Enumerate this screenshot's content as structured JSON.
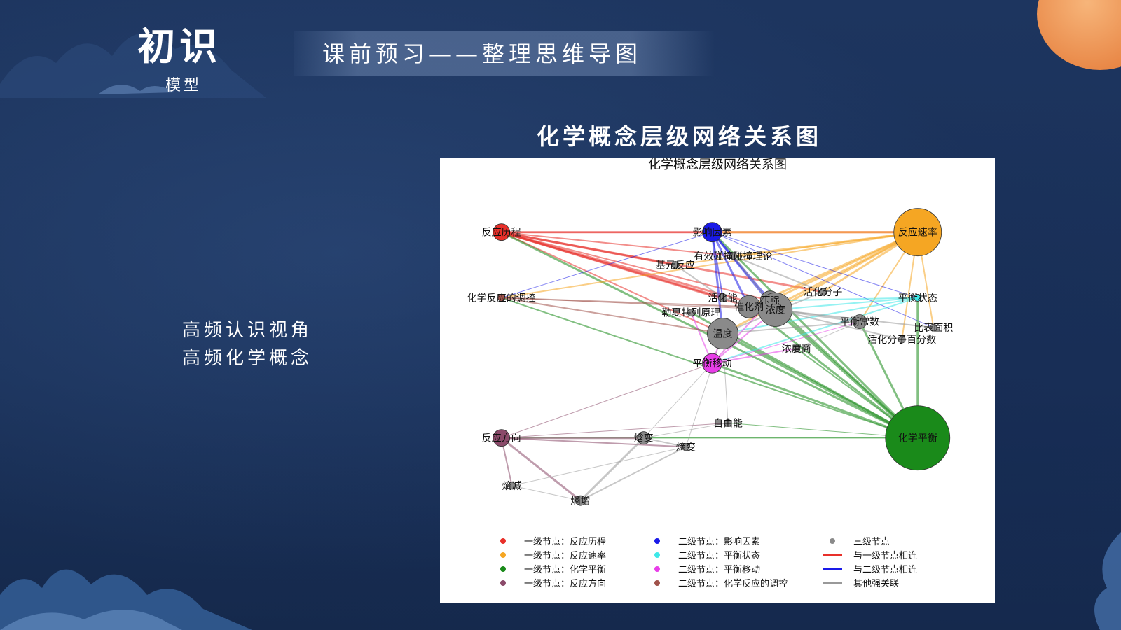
{
  "header": {
    "title": "初识",
    "subtitle": "模型",
    "banner": "课前预习——整理思维导图"
  },
  "section_title": "化学概念层级网络关系图",
  "left_text": {
    "line1": "高频认识视角",
    "line2": "高频化学概念"
  },
  "colors": {
    "level1_process": "#e8302a",
    "level1_rate": "#f5a623",
    "level1_equilibrium": "#1a8a1a",
    "level1_direction": "#8b4a6a",
    "level2_factors": "#1a1ae8",
    "level2_state": "#3ee8e8",
    "level2_shift": "#e83ee8",
    "level2_regulation": "#a0524a",
    "level3": "#8a8a8a",
    "edge_level1": "#e8302a",
    "edge_level2": "#1a1ae8",
    "edge_other": "#999999"
  },
  "chart_data": {
    "type": "network",
    "title": "化学概念层级网络关系图",
    "nodes": [
      {
        "id": "reaction_process",
        "label": "反应历程",
        "level": 1,
        "group": "level1_process",
        "x": 0.09,
        "y": 0.82,
        "size": 12
      },
      {
        "id": "factors",
        "label": "影响因素",
        "level": 2,
        "group": "level2_factors",
        "x": 0.49,
        "y": 0.82,
        "size": 14
      },
      {
        "id": "reaction_rate",
        "label": "反应速率",
        "level": 1,
        "group": "level1_rate",
        "x": 0.88,
        "y": 0.82,
        "size": 34
      },
      {
        "id": "effective_collision",
        "label": "有效碰撞碰撞理论",
        "level": 3,
        "group": "level3",
        "x": 0.53,
        "y": 0.74,
        "size": 5
      },
      {
        "id": "elementary_reaction",
        "label": "基元反应",
        "level": 3,
        "group": "level3",
        "x": 0.42,
        "y": 0.71,
        "size": 5
      },
      {
        "id": "regulation",
        "label": "化学反应的调控",
        "level": 2,
        "group": "level2_regulation",
        "x": 0.09,
        "y": 0.6,
        "size": 5
      },
      {
        "id": "activated_molecule",
        "label": "活化分子",
        "level": 3,
        "group": "level3",
        "x": 0.7,
        "y": 0.62,
        "size": 5
      },
      {
        "id": "activation_energy",
        "label": "活化能",
        "level": 3,
        "group": "level3",
        "x": 0.51,
        "y": 0.6,
        "size": 6
      },
      {
        "id": "catalyst",
        "label": "催化剂",
        "level": 3,
        "group": "level3",
        "x": 0.56,
        "y": 0.57,
        "size": 16
      },
      {
        "id": "pressure",
        "label": "压强",
        "level": 3,
        "group": "level3",
        "x": 0.6,
        "y": 0.59,
        "size": 14
      },
      {
        "id": "concentration",
        "label": "浓度",
        "level": 3,
        "group": "level3",
        "x": 0.61,
        "y": 0.56,
        "size": 24
      },
      {
        "id": "eq_state",
        "label": "平衡状态",
        "level": 2,
        "group": "level2_state",
        "x": 0.88,
        "y": 0.6,
        "size": 5
      },
      {
        "id": "le_chatelier",
        "label": "勒夏特列原理",
        "level": 3,
        "group": "level3",
        "x": 0.45,
        "y": 0.55,
        "size": 5
      },
      {
        "id": "eq_constant",
        "label": "平衡常数",
        "level": 3,
        "group": "level3",
        "x": 0.77,
        "y": 0.52,
        "size": 10
      },
      {
        "id": "surface_area",
        "label": "比表面积",
        "level": 3,
        "group": "level3",
        "x": 0.91,
        "y": 0.5,
        "size": 5
      },
      {
        "id": "temperature",
        "label": "温度",
        "level": 3,
        "group": "level3",
        "x": 0.51,
        "y": 0.48,
        "size": 22
      },
      {
        "id": "activated_fraction",
        "label": "活化分子百分数",
        "level": 3,
        "group": "level3",
        "x": 0.85,
        "y": 0.46,
        "size": 5
      },
      {
        "id": "conc_quotient",
        "label": "浓度商",
        "level": 3,
        "group": "level3",
        "x": 0.65,
        "y": 0.43,
        "size": 5
      },
      {
        "id": "eq_shift",
        "label": "平衡移动",
        "level": 2,
        "group": "level2_shift",
        "x": 0.49,
        "y": 0.38,
        "size": 14
      },
      {
        "id": "free_energy",
        "label": "自由能",
        "level": 3,
        "group": "level3",
        "x": 0.52,
        "y": 0.18,
        "size": 5
      },
      {
        "id": "reaction_direction",
        "label": "反应方向",
        "level": 1,
        "group": "level1_direction",
        "x": 0.09,
        "y": 0.13,
        "size": 12
      },
      {
        "id": "enthalpy",
        "label": "焓变",
        "level": 3,
        "group": "level3",
        "x": 0.36,
        "y": 0.13,
        "size": 9
      },
      {
        "id": "entropy",
        "label": "熵变",
        "level": 3,
        "group": "level3",
        "x": 0.44,
        "y": 0.1,
        "size": 5
      },
      {
        "id": "chem_equilibrium",
        "label": "化学平衡",
        "level": 1,
        "group": "level1_equilibrium",
        "x": 0.88,
        "y": 0.13,
        "size": 46
      },
      {
        "id": "entropy_decrease",
        "label": "熵减",
        "level": 3,
        "group": "level3",
        "x": 0.11,
        "y": -0.03,
        "size": 5
      },
      {
        "id": "entropy_increase",
        "label": "熵增",
        "level": 3,
        "group": "level3",
        "x": 0.24,
        "y": -0.08,
        "size": 7
      }
    ],
    "edges": [
      {
        "s": "reaction_process",
        "t": "reaction_rate",
        "k": "edge_level1",
        "w": 3
      },
      {
        "s": "reaction_process",
        "t": "factors",
        "k": "edge_level1",
        "w": 2
      },
      {
        "s": "reaction_process",
        "t": "effective_collision",
        "k": "edge_level1",
        "w": 2
      },
      {
        "s": "reaction_process",
        "t": "elementary_reaction",
        "k": "edge_level1",
        "w": 3
      },
      {
        "s": "reaction_process",
        "t": "activated_molecule",
        "k": "edge_level1",
        "w": 3
      },
      {
        "s": "reaction_process",
        "t": "activation_energy",
        "k": "edge_level1",
        "w": 3
      },
      {
        "s": "reaction_process",
        "t": "catalyst",
        "k": "edge_level1",
        "w": 3
      },
      {
        "s": "reaction_process",
        "t": "concentration",
        "k": "edge_level1",
        "w": 3
      },
      {
        "s": "reaction_process",
        "t": "pressure",
        "k": "edge_level1",
        "w": 2
      },
      {
        "s": "reaction_process",
        "t": "temperature",
        "k": "edge_level1",
        "w": 2
      },
      {
        "s": "reaction_process",
        "t": "chem_equilibrium",
        "k": "level1_equilibrium",
        "w": 3
      },
      {
        "s": "reaction_rate",
        "t": "effective_collision",
        "k": "level1_rate",
        "w": 3
      },
      {
        "s": "reaction_rate",
        "t": "elementary_reaction",
        "k": "level1_rate",
        "w": 2
      },
      {
        "s": "reaction_rate",
        "t": "activated_molecule",
        "k": "level1_rate",
        "w": 3
      },
      {
        "s": "reaction_rate",
        "t": "catalyst",
        "k": "level1_rate",
        "w": 3
      },
      {
        "s": "reaction_rate",
        "t": "concentration",
        "k": "level1_rate",
        "w": 3
      },
      {
        "s": "reaction_rate",
        "t": "temperature",
        "k": "level1_rate",
        "w": 3
      },
      {
        "s": "reaction_rate",
        "t": "pressure",
        "k": "level1_rate",
        "w": 3
      },
      {
        "s": "reaction_rate",
        "t": "surface_area",
        "k": "level1_rate",
        "w": 2
      },
      {
        "s": "reaction_rate",
        "t": "activated_fraction",
        "k": "level1_rate",
        "w": 2
      },
      {
        "s": "reaction_rate",
        "t": "eq_constant",
        "k": "level1_rate",
        "w": 2
      },
      {
        "s": "reaction_rate",
        "t": "regulation",
        "k": "level1_rate",
        "w": 2
      },
      {
        "s": "reaction_rate",
        "t": "factors",
        "k": "level1_rate",
        "w": 3
      },
      {
        "s": "chem_equilibrium",
        "t": "eq_state",
        "k": "level1_equilibrium",
        "w": 3
      },
      {
        "s": "chem_equilibrium",
        "t": "eq_constant",
        "k": "level1_equilibrium",
        "w": 3
      },
      {
        "s": "chem_equilibrium",
        "t": "concentration",
        "k": "level1_equilibrium",
        "w": 4
      },
      {
        "s": "chem_equilibrium",
        "t": "temperature",
        "k": "level1_equilibrium",
        "w": 4
      },
      {
        "s": "chem_equilibrium",
        "t": "pressure",
        "k": "level1_equilibrium",
        "w": 3
      },
      {
        "s": "chem_equilibrium",
        "t": "catalyst",
        "k": "level1_equilibrium",
        "w": 3
      },
      {
        "s": "chem_equilibrium",
        "t": "eq_shift",
        "k": "level1_equilibrium",
        "w": 3
      },
      {
        "s": "chem_equilibrium",
        "t": "le_chatelier",
        "k": "level1_equilibrium",
        "w": 3
      },
      {
        "s": "chem_equilibrium",
        "t": "factors",
        "k": "level1_equilibrium",
        "w": 3
      },
      {
        "s": "chem_equilibrium",
        "t": "regulation",
        "k": "level1_equilibrium",
        "w": 2
      },
      {
        "s": "chem_equilibrium",
        "t": "conc_quotient",
        "k": "level1_equilibrium",
        "w": 2
      },
      {
        "s": "chem_equilibrium",
        "t": "reaction_direction",
        "k": "level1_equilibrium",
        "w": 1
      },
      {
        "s": "chem_equilibrium",
        "t": "free_energy",
        "k": "level1_equilibrium",
        "w": 1
      },
      {
        "s": "chem_equilibrium",
        "t": "enthalpy",
        "k": "level1_equilibrium",
        "w": 1
      },
      {
        "s": "factors",
        "t": "concentration",
        "k": "edge_level2",
        "w": 3
      },
      {
        "s": "factors",
        "t": "temperature",
        "k": "edge_level2",
        "w": 3
      },
      {
        "s": "factors",
        "t": "catalyst",
        "k": "edge_level2",
        "w": 3
      },
      {
        "s": "factors",
        "t": "pressure",
        "k": "edge_level2",
        "w": 3
      },
      {
        "s": "factors",
        "t": "activation_energy",
        "k": "edge_level2",
        "w": 2
      },
      {
        "s": "factors",
        "t": "regulation",
        "k": "edge_level2",
        "w": 1
      },
      {
        "s": "factors",
        "t": "eq_state",
        "k": "edge_level2",
        "w": 1
      },
      {
        "s": "factors",
        "t": "surface_area",
        "k": "edge_level2",
        "w": 1
      },
      {
        "s": "eq_state",
        "t": "concentration",
        "k": "level2_state",
        "w": 2
      },
      {
        "s": "eq_state",
        "t": "temperature",
        "k": "level2_state",
        "w": 2
      },
      {
        "s": "eq_state",
        "t": "pressure",
        "k": "level2_state",
        "w": 2
      },
      {
        "s": "eq_state",
        "t": "eq_shift",
        "k": "level2_state",
        "w": 2
      },
      {
        "s": "eq_shift",
        "t": "concentration",
        "k": "level2_shift",
        "w": 2
      },
      {
        "s": "eq_shift",
        "t": "temperature",
        "k": "level2_shift",
        "w": 2
      },
      {
        "s": "eq_shift",
        "t": "pressure",
        "k": "level2_shift",
        "w": 2
      },
      {
        "s": "eq_shift",
        "t": "le_chatelier",
        "k": "level2_shift",
        "w": 2
      },
      {
        "s": "eq_shift",
        "t": "conc_quotient",
        "k": "level2_shift",
        "w": 2
      },
      {
        "s": "eq_shift",
        "t": "eq_constant",
        "k": "level2_shift",
        "w": 1
      },
      {
        "s": "regulation",
        "t": "temperature",
        "k": "level2_regulation",
        "w": 2
      },
      {
        "s": "regulation",
        "t": "catalyst",
        "k": "level2_regulation",
        "w": 2
      },
      {
        "s": "regulation",
        "t": "concentration",
        "k": "level2_regulation",
        "w": 1
      },
      {
        "s": "activation_energy",
        "t": "catalyst",
        "k": "edge_other",
        "w": 3
      },
      {
        "s": "activated_molecule",
        "t": "temperature",
        "k": "edge_other",
        "w": 2
      },
      {
        "s": "effective_collision",
        "t": "activated_molecule",
        "k": "edge_other",
        "w": 2
      },
      {
        "s": "effective_collision",
        "t": "concentration",
        "k": "edge_other",
        "w": 2
      },
      {
        "s": "elementary_reaction",
        "t": "activation_energy",
        "k": "edge_other",
        "w": 2
      },
      {
        "s": "concentration",
        "t": "eq_constant",
        "k": "edge_other",
        "w": 3
      },
      {
        "s": "concentration",
        "t": "surface_area",
        "k": "edge_other",
        "w": 2
      },
      {
        "s": "concentration",
        "t": "activated_fraction",
        "k": "edge_other",
        "w": 2
      },
      {
        "s": "temperature",
        "t": "eq_constant",
        "k": "edge_other",
        "w": 2
      },
      {
        "s": "conc_quotient",
        "t": "eq_constant",
        "k": "edge_other",
        "w": 1
      },
      {
        "s": "reaction_direction",
        "t": "enthalpy",
        "k": "level1_direction",
        "w": 3
      },
      {
        "s": "reaction_direction",
        "t": "entropy",
        "k": "level1_direction",
        "w": 2
      },
      {
        "s": "reaction_direction",
        "t": "entropy_increase",
        "k": "level1_direction",
        "w": 3
      },
      {
        "s": "reaction_direction",
        "t": "entropy_decrease",
        "k": "level1_direction",
        "w": 2
      },
      {
        "s": "reaction_direction",
        "t": "free_energy",
        "k": "level1_direction",
        "w": 1
      },
      {
        "s": "reaction_direction",
        "t": "eq_shift",
        "k": "level1_direction",
        "w": 1
      },
      {
        "s": "enthalpy",
        "t": "entropy_increase",
        "k": "edge_other",
        "w": 3
      },
      {
        "s": "enthalpy",
        "t": "entropy",
        "k": "edge_other",
        "w": 2
      },
      {
        "s": "enthalpy",
        "t": "free_energy",
        "k": "edge_other",
        "w": 1
      },
      {
        "s": "enthalpy",
        "t": "eq_shift",
        "k": "edge_other",
        "w": 1
      },
      {
        "s": "entropy",
        "t": "entropy_increase",
        "k": "edge_other",
        "w": 2
      },
      {
        "s": "entropy",
        "t": "temperature",
        "k": "edge_other",
        "w": 1
      },
      {
        "s": "free_energy",
        "t": "temperature",
        "k": "edge_other",
        "w": 1
      },
      {
        "s": "entropy_decrease",
        "t": "entropy_increase",
        "k": "edge_other",
        "w": 1
      },
      {
        "s": "entropy_decrease",
        "t": "entropy",
        "k": "edge_other",
        "w": 1
      }
    ],
    "legend": [
      {
        "label": "一级节点：反应历程",
        "color_key": "level1_process",
        "kind": "dot"
      },
      {
        "label": "一级节点：反应速率",
        "color_key": "level1_rate",
        "kind": "dot"
      },
      {
        "label": "一级节点：化学平衡",
        "color_key": "level1_equilibrium",
        "kind": "dot"
      },
      {
        "label": "一级节点：反应方向",
        "color_key": "level1_direction",
        "kind": "dot"
      },
      {
        "label": "二级节点：影响因素",
        "color_key": "level2_factors",
        "kind": "dot"
      },
      {
        "label": "二级节点：平衡状态",
        "color_key": "level2_state",
        "kind": "dot"
      },
      {
        "label": "二级节点：平衡移动",
        "color_key": "level2_shift",
        "kind": "dot"
      },
      {
        "label": "二级节点：化学反应的调控",
        "color_key": "level2_regulation",
        "kind": "dot"
      },
      {
        "label": "三级节点",
        "color_key": "level3",
        "kind": "dot"
      },
      {
        "label": "与一级节点相连",
        "color_key": "edge_level1",
        "kind": "line"
      },
      {
        "label": "与二级节点相连",
        "color_key": "edge_level2",
        "kind": "line"
      },
      {
        "label": "其他强关联",
        "color_key": "edge_other",
        "kind": "line"
      }
    ]
  }
}
